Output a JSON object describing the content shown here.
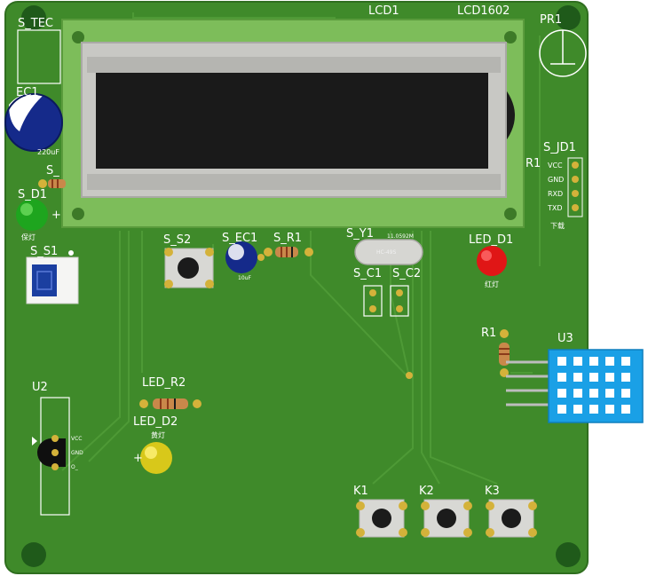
{
  "colors": {
    "board": "#3f8a2a",
    "board_dark": "#2f6e1f",
    "silkscreen": "#ffffff",
    "copper": "#d4b23a"
  },
  "labels": {
    "lcd1": "LCD1",
    "lcd1602": "LCD1602",
    "pr1": "PR1",
    "s_tec": "S_TEC",
    "ec1": "EC1",
    "cap_220uf": "220uF",
    "s_r": "S_",
    "s_d1": "S_D1",
    "s_d1_sub": "保灯",
    "s_s1": "S_S1",
    "s_s2": "S_S2",
    "s_ec1": "S_EC1",
    "s_ec1_sub": "10uF",
    "s_r1": "S_R1",
    "s_y1": "S_Y1",
    "s_y1_freq": "11.0592M",
    "s_y1_pkg": "HC-49S",
    "s_c1": "S_C1",
    "s_c2": "S_C2",
    "led_d1": "LED_D1",
    "led_d1_sub": "红灯",
    "s_jd1": "S_JD1",
    "r1_top": "R1",
    "jd_vcc": "VCC",
    "jd_gnd": "GND",
    "jd_rxd": "RXD",
    "jd_txd": "TXD",
    "jd_sub": "下载",
    "r1": "R1",
    "u3": "U3",
    "u2": "U2",
    "u2_vcc": "VCC",
    "u2_gnd": "GND",
    "u2_o": "O_",
    "led_r2": "LED_R2",
    "led_d2": "LED_D2",
    "led_d2_sub": "黄灯",
    "k1": "K1",
    "k2": "K2",
    "k3": "K3",
    "plus": "+",
    "plus2": "+"
  }
}
